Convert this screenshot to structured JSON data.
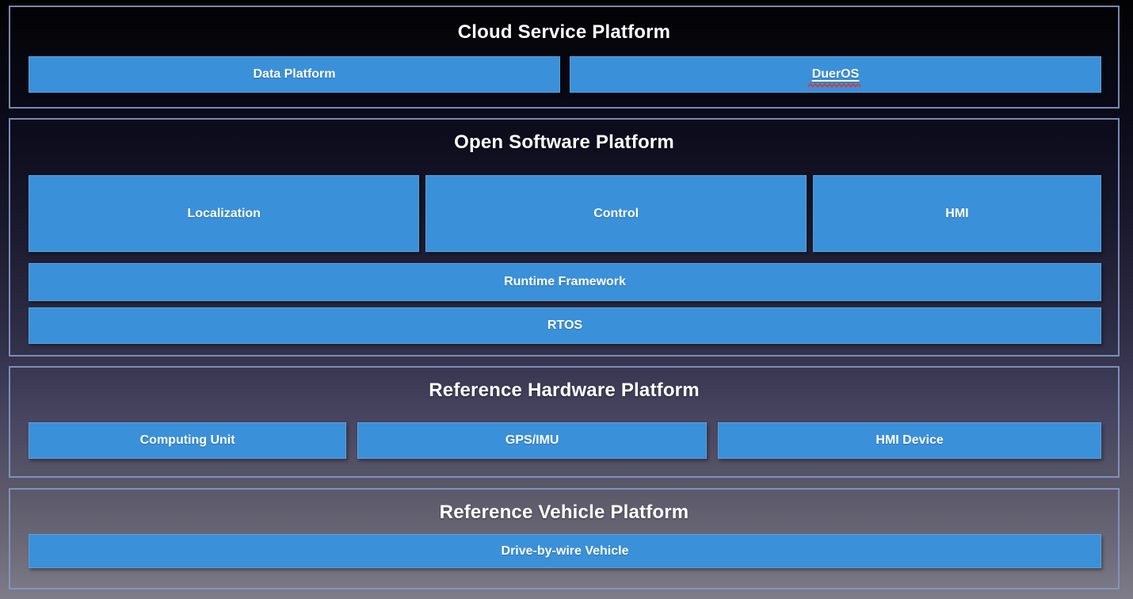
{
  "colors": {
    "box_blue": "#3a90d9",
    "panel_border": "rgba(131,151,197,0.9)",
    "squiggle_red": "#e0352b",
    "title_text": "#ffffff",
    "background_top": "#020203",
    "background_bottom": "#7e7c88"
  },
  "sections": {
    "cloud": {
      "title": "Cloud Service Platform",
      "boxes": [
        {
          "label": "Data Platform"
        },
        {
          "label": "DuerOS",
          "has_spellcheck_underline": true
        }
      ]
    },
    "software": {
      "title": "Open Software Platform",
      "modules": [
        {
          "label": "Localization"
        },
        {
          "label": "Control"
        },
        {
          "label": "HMI"
        }
      ],
      "bars": [
        {
          "label": "Runtime Framework"
        },
        {
          "label": "RTOS"
        }
      ]
    },
    "hardware": {
      "title": "Reference Hardware Platform",
      "boxes": [
        {
          "label": "Computing Unit"
        },
        {
          "label": "GPS/IMU"
        },
        {
          "label": "HMI Device"
        }
      ]
    },
    "vehicle": {
      "title": "Reference Vehicle Platform",
      "boxes": [
        {
          "label": "Drive-by-wire Vehicle"
        }
      ]
    }
  }
}
